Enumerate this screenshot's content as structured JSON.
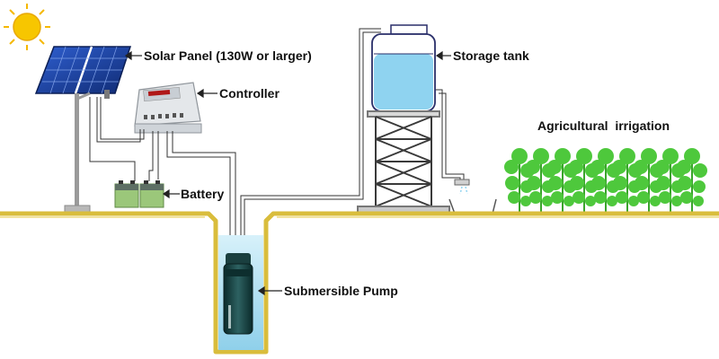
{
  "labels": {
    "solar_panel": "Solar Panel (130W or larger)",
    "controller": "Controller",
    "battery": "Battery",
    "storage_tank": "Storage tank",
    "agricultural_irrigation": "Agricultural  irrigation",
    "submersible_pump": "Submersible Pump"
  },
  "colors": {
    "sky": "#ffffff",
    "sun": "#f7c600",
    "solar_cell": "#1d3f9a",
    "ground_line": "#d9bd3c",
    "well_water": "#bfe6f5",
    "tank_water": "#8fd3f0",
    "plants": "#4ec83c",
    "pump": "#123a3a",
    "wire": "#333333"
  }
}
